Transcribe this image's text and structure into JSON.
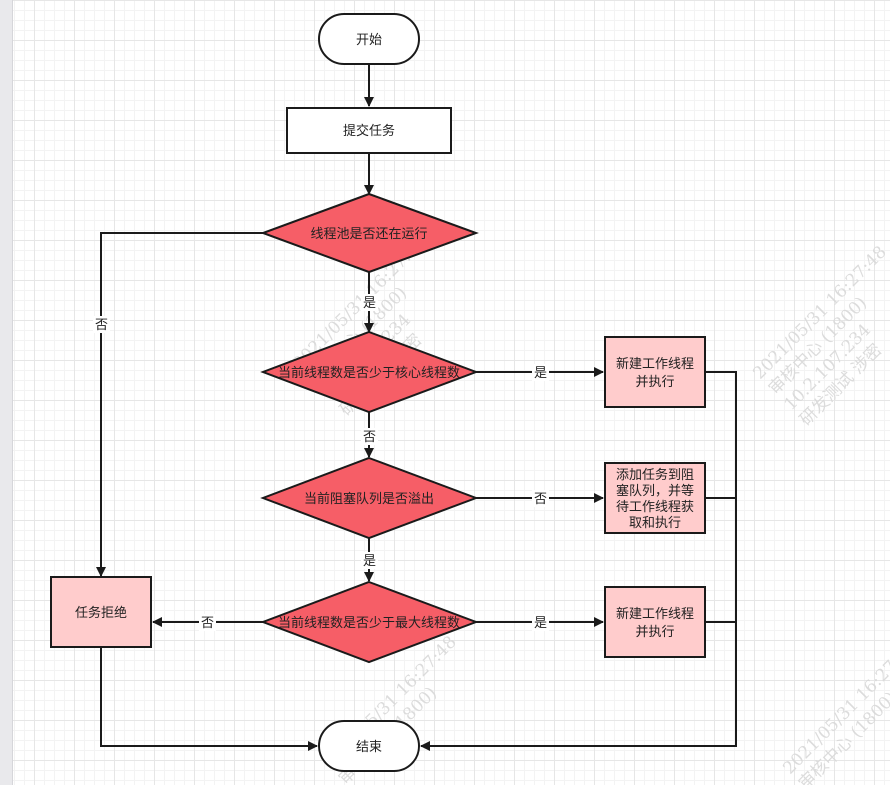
{
  "colors": {
    "decision_fill": "#f65e67",
    "process_fill": "#ffcccc",
    "stroke": "#1a1a1a",
    "background": "#ffffff",
    "grid": "#e6e6e6"
  },
  "nodes": {
    "start": "开始",
    "submit": "提交任务",
    "pool_running": "线程池是否还在运行",
    "core_check": "当前线程数是否少于核心线程数",
    "new_worker_1": [
      "新建工作线程",
      "并执行"
    ],
    "queue_full": "当前阻塞队列是否溢出",
    "enqueue": [
      "添加任务到阻",
      "塞队列，并等",
      "待工作线程获",
      "取和执行"
    ],
    "max_check": "当前线程数是否少于最大线程数",
    "new_worker_2": [
      "新建工作线程",
      "并执行"
    ],
    "reject": "任务拒绝",
    "end": "结束"
  },
  "edges": {
    "pool_running_yes": "是",
    "pool_running_no": "否",
    "core_yes": "是",
    "core_no": "否",
    "queue_no": "否",
    "queue_yes": "是",
    "max_yes": "是",
    "max_no": "否"
  },
  "watermarks": [
    [
      "2021/05/31 16:27:48",
      "审核中心 (1800)",
      "10.2.107.234",
      "研发测试 涉密"
    ]
  ]
}
